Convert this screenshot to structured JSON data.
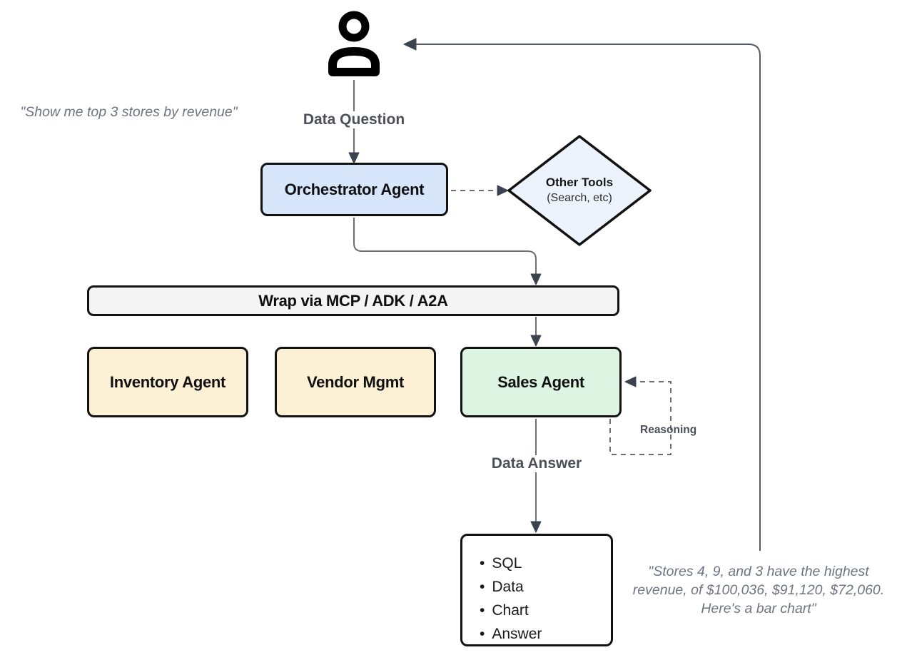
{
  "nodes": {
    "orchestrator": {
      "label": "Orchestrator Agent",
      "fill": "#d7e6fb"
    },
    "other_tools": {
      "title": "Other Tools",
      "subtitle": "(Search, etc)",
      "fill": "#edf3fc"
    },
    "wrap_bar": {
      "label": "Wrap via MCP / ADK / A2A",
      "fill": "#f4f4f5"
    },
    "inventory_agent": {
      "label": "Inventory Agent",
      "fill": "#fcf1d4"
    },
    "vendor_mgmt": {
      "label": "Vendor Mgmt",
      "fill": "#fcf1d4"
    },
    "sales_agent": {
      "label": "Sales Agent",
      "fill": "#def4e3"
    },
    "output": {
      "bullets": [
        "SQL",
        "Data",
        "Chart",
        "Answer"
      ]
    }
  },
  "edge_labels": {
    "data_question": "Data Question",
    "data_answer": "Data Answer",
    "reasoning": "Reasoning"
  },
  "annotations": {
    "user_quote": "\"Show me top 3 stores by revenue\"",
    "agent_quote_lines": [
      "\"Stores 4, 9, and 3 have the highest",
      "revenue, of $100,036, $91,120, $72,060.",
      "Here's a bar chart\""
    ]
  },
  "colors": {
    "node_border": "#121212",
    "connector": "#6b7078",
    "arrowhead": "#3c4350",
    "edge_label_text": "#4a4f58",
    "quote_text": "#6e7480",
    "orchestrator_fill": "#d7e6fb",
    "other_tools_fill": "#edf3fc",
    "wrap_bar_fill": "#f4f4f5",
    "yellow_fill": "#fcf1d4",
    "green_fill": "#def4e3"
  }
}
